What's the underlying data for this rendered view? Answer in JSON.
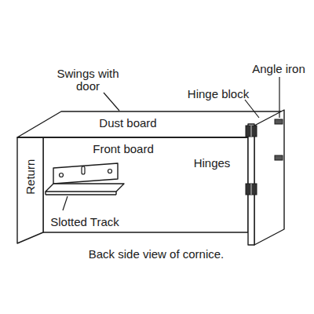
{
  "diagram": {
    "caption": "Back side view of cornice.",
    "labels": [
      "Swings with door",
      "Angle iron",
      "Hinge block",
      "Dust board",
      "Front board",
      "Hinges",
      "Return",
      "Slotted Track"
    ]
  }
}
